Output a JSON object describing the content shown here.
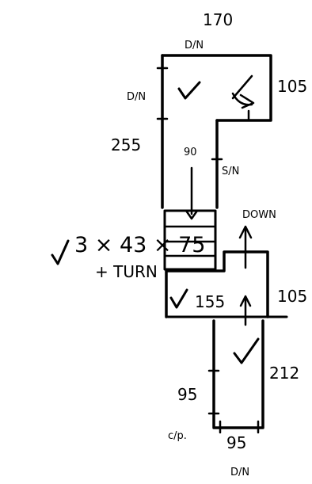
{
  "labels": {
    "top_width": "170",
    "top_dn": "D/N",
    "upper_left_dn": "D/N",
    "upper_right_height": "105",
    "left_height": "255",
    "corridor_width": "90",
    "corridor_sn": "S/N",
    "down": "DOWN",
    "stair_spec_line1": "3 × 43 × 75",
    "stair_spec_line2": "+ TURN",
    "landing_width": "155",
    "landing_height": "105",
    "lower_height": "212",
    "lower_left_height": "95",
    "cp": "c/p.",
    "bottom_width": "95",
    "bottom_dn": "D/N"
  },
  "colors": {
    "ink": "#000000",
    "paper": "#ffffff"
  }
}
